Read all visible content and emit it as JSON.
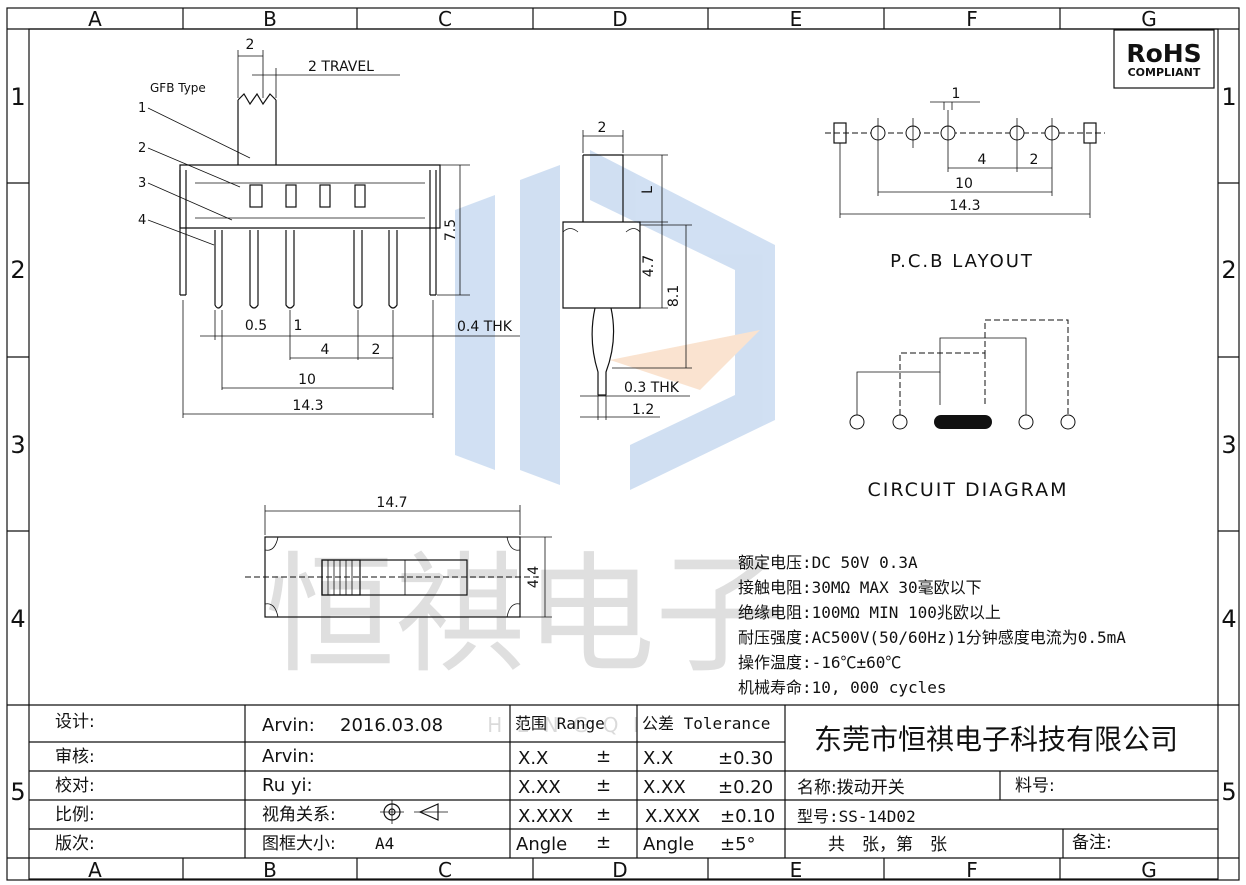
{
  "grid": {
    "cols": [
      "A",
      "B",
      "C",
      "D",
      "E",
      "F",
      "G"
    ],
    "rows": [
      "1",
      "2",
      "3",
      "4",
      "5"
    ]
  },
  "rohs": {
    "line1": "RoHS",
    "line2": "COMPLIANT",
    "color": "#1a7a2e"
  },
  "side_view": {
    "type_label": "GFB Type",
    "callouts": [
      "1",
      "2",
      "3",
      "4"
    ],
    "dims": {
      "top": "2",
      "travel": "2 TRAVEL",
      "height": "7.5",
      "d05": "0.5",
      "d1": "1",
      "d4": "4",
      "d2": "2",
      "d10": "10",
      "d143": "14.3",
      "thk": "0.4 THK"
    }
  },
  "front_view": {
    "dims": {
      "top": "2",
      "L": "L",
      "d47": "4.7",
      "d81": "8.1",
      "thk": "0.3 THK",
      "d12": "1.2"
    }
  },
  "pcb": {
    "dims": {
      "d1": "1",
      "d4": "4",
      "d2": "2",
      "d10": "10",
      "d143": "14.3"
    },
    "title": "P.C.B LAYOUT"
  },
  "circuit": {
    "title": "CIRCUIT DIAGRAM"
  },
  "top_view": {
    "dims": {
      "w": "14.7",
      "h": "4.4"
    }
  },
  "watermark": {
    "text": "恒祺电子",
    "sub": "H E N G Q I",
    "brand_color": "#7aa6dc",
    "accent_color": "#f2b27a"
  },
  "specs": [
    "额定电压:DC 50V 0.3A",
    "接触电阻:30MΩ MAX 30毫欧以下",
    "绝缘电阻:100MΩ MIN 100兆欧以上",
    "耐压强度:AC500V(50/60Hz)1分钟感度电流为0.5mA",
    "操作温度:-16℃±60℃",
    "机械寿命:10, 000 cycles"
  ],
  "title_block": {
    "labels": [
      "设计:",
      "审核:",
      "校对:",
      "比例:",
      "版次:"
    ],
    "designer": "Arvin:",
    "date": "2016.03.08",
    "reviewer": "Arvin:",
    "checker": "Ru yi:",
    "view_label": "视角关系:",
    "frame_label": "图框大小:",
    "frame_value": "A4",
    "range_header": "范围 Range",
    "tol_header": "公差 Tolerance",
    "rows": [
      {
        "range": "X.X",
        "pm": "±",
        "tol": "X.X",
        "val": "±0.30"
      },
      {
        "range": "X.XX",
        "pm": "±",
        "tol": "X.XX",
        "val": "±0.20"
      },
      {
        "range": "X.XXX",
        "pm": "±",
        "tol": "X.XXX",
        "val": "±0.10"
      },
      {
        "range": "Angle",
        "pm": "±",
        "tol": "Angle",
        "val": "±5°"
      }
    ],
    "company": "东莞市恒祺电子科技有限公司",
    "name_label": "名称:拨动开关",
    "part_label": "料号:",
    "model_label": "型号:SS-14D02",
    "sheet_label": "共　张，第　张",
    "remarks_label": "备注:"
  }
}
